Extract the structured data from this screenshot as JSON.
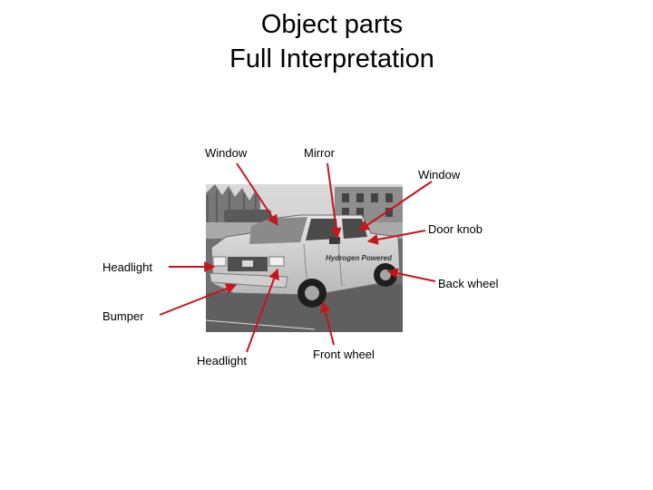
{
  "title_line1": "Object parts",
  "title_line2": "Full Interpretation",
  "labels": {
    "window_left": "Window",
    "mirror": "Mirror",
    "window_right": "Window",
    "door_knob": "Door knob",
    "headlight_left": "Headlight",
    "back_wheel": "Back wheel",
    "bumper": "Bumper",
    "headlight_bottom": "Headlight",
    "front_wheel": "Front wheel"
  },
  "photo_text": "Hydrogen Powered",
  "colors": {
    "arrow": "#c8141c"
  }
}
